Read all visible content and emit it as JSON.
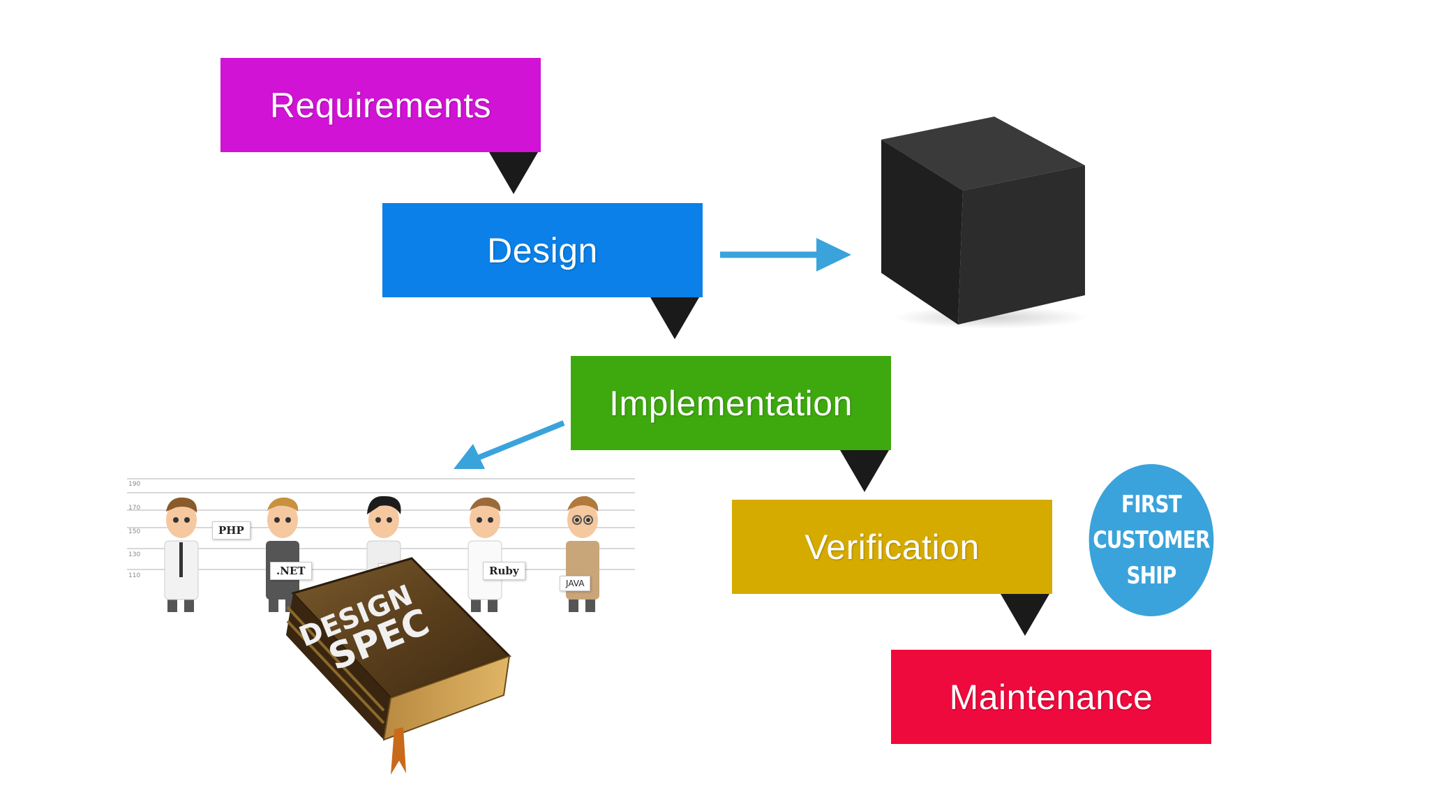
{
  "stages": [
    {
      "label": "Requirements",
      "color": "#d013d4"
    },
    {
      "label": "Design",
      "color": "#0a80e8"
    },
    {
      "label": "Implementation",
      "color": "#3ea80f"
    },
    {
      "label": "Verification",
      "color": "#d6ab00"
    },
    {
      "label": "Maintenance",
      "color": "#ee0a3c"
    }
  ],
  "badge": {
    "lines": [
      "FIRST",
      "CUSTOMER",
      "SHIP"
    ],
    "color": "#3aa3db"
  },
  "arrow_color": "#3aa3db",
  "lineup": {
    "scale": [
      "190",
      "170",
      "150",
      "130",
      "110"
    ],
    "signs": [
      "PHP",
      ".NET",
      "thon",
      "Ruby",
      "JAVA"
    ]
  },
  "book": {
    "lines": [
      "DESIGN",
      "SPEC"
    ]
  },
  "icons": [
    "black-cube-icon",
    "right-arrow-icon",
    "down-left-arrow-icon"
  ]
}
